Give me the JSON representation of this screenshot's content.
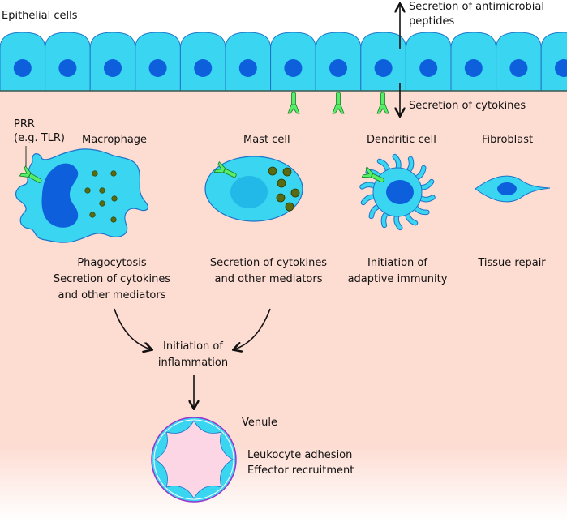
{
  "diagram": {
    "title_labels": {
      "epithelial": "Epithelial cells",
      "antimicrobial_line1": "Secretion of antimicrobial",
      "antimicrobial_line2": "peptides",
      "cytokines": "Secretion of cytokines"
    },
    "prr_label": {
      "line1": "PRR",
      "line2": "(e.g. TLR)"
    },
    "cells": [
      {
        "name": "Macrophage",
        "functions": [
          "Phagocytosis",
          "Secretion of cytokines",
          "and other mediators"
        ]
      },
      {
        "name": "Mast cell",
        "functions": [
          "Secretion of cytokines",
          "and other mediators"
        ]
      },
      {
        "name": "Dendritic cell",
        "functions": [
          "Initiation of",
          "adaptive immunity"
        ]
      },
      {
        "name": "Fibroblast",
        "functions": [
          "Tissue repair"
        ]
      }
    ],
    "inflammation": {
      "line1": "Initiation of",
      "line2": "inflammation"
    },
    "venule": {
      "label": "Venule",
      "effects": [
        "Leukocyte adhesion",
        "Effector recruitment"
      ]
    },
    "colors": {
      "tissue": "#fddcd2",
      "cell_fill": "#3ad5f0",
      "cell_stroke": "#1e74c8",
      "nucleus": "#0d5fdc",
      "receptor": "#55ee66",
      "granule": "#5a6a10",
      "vessel_ring": "#9933cc",
      "vessel_lumen": "#fcd6e4"
    }
  }
}
